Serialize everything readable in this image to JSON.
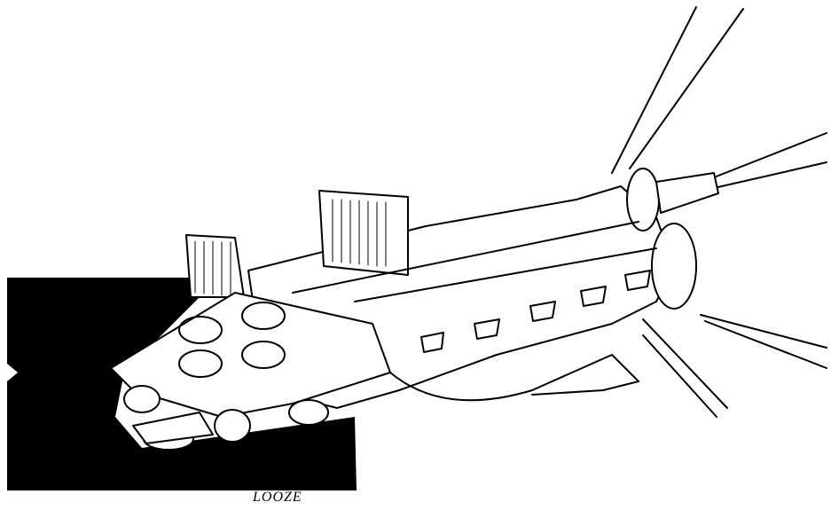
{
  "artwork": {
    "subject": "Line-art illustration of a spaceship with engine thrust beams",
    "style": "black ink on white",
    "colors": {
      "ink": "#000000",
      "paper": "#ffffff"
    },
    "signature": "LOOZE"
  }
}
